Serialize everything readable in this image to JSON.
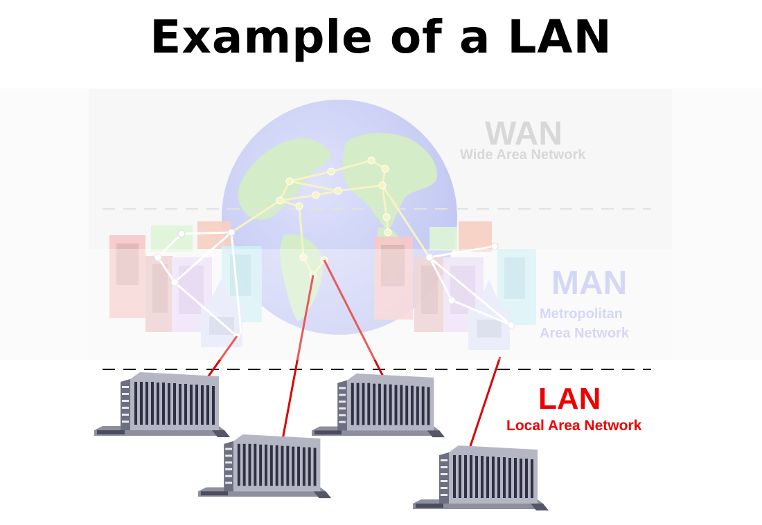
{
  "title": "Example of a LAN",
  "tiers": {
    "wan": {
      "label": "WAN",
      "subtitle": "Wide Area Network",
      "color": "#d8d8d8"
    },
    "man": {
      "label": "MAN",
      "subtitle_line1": "Metropolitan",
      "subtitle_line2": "Area Network",
      "color": "#d4d8f6"
    },
    "lan": {
      "label": "LAN",
      "subtitle": "Local Area Network",
      "color": "#ee0000"
    }
  },
  "colors": {
    "globe_ocean": "#c8cdf4",
    "globe_land": "#d4ecc8",
    "wan_links": "#f6f3c4",
    "man_links": "#ffffff",
    "lan_links": "#dd0000",
    "building_body": "#a9abb9",
    "building_windows": "#2f3044",
    "divider": "#000000"
  },
  "icons": [
    "globe-icon",
    "city-cluster-icon",
    "office-building-icon"
  ]
}
